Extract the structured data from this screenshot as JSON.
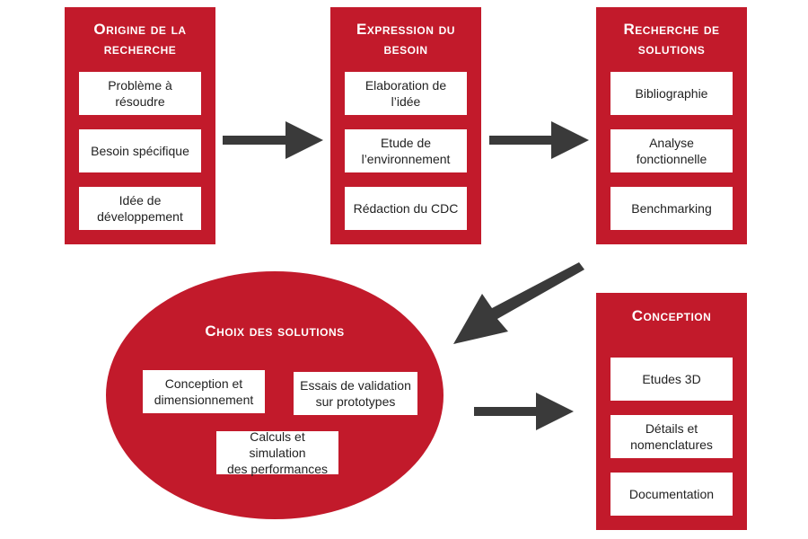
{
  "colors": {
    "accent": "#c21a2b",
    "arrow": "#3a3a3a"
  },
  "origine": {
    "title": "Origine de la\nrecherche",
    "items": [
      "Problème à\nrésoudre",
      "Besoin spécifique",
      "Idée de\ndéveloppement"
    ]
  },
  "expression": {
    "title": "Expression du\nbesoin",
    "items": [
      "Elaboration de\nl’idée",
      "Etude de\nl’environnement",
      "Rédaction du CDC"
    ]
  },
  "recherche": {
    "title": "Recherche de\nsolutions",
    "items": [
      "Bibliographie",
      "Analyse\nfonctionnelle",
      "Benchmarking"
    ]
  },
  "choix": {
    "title": "Choix des solutions",
    "items": [
      "Conception et\ndimensionnement",
      "Essais de validation\nsur prototypes",
      "Calculs et simulation\ndes performances"
    ]
  },
  "conception": {
    "title": "Conception",
    "items": [
      "Etudes 3D",
      "Détails et\nnomenclatures",
      "Documentation"
    ]
  }
}
